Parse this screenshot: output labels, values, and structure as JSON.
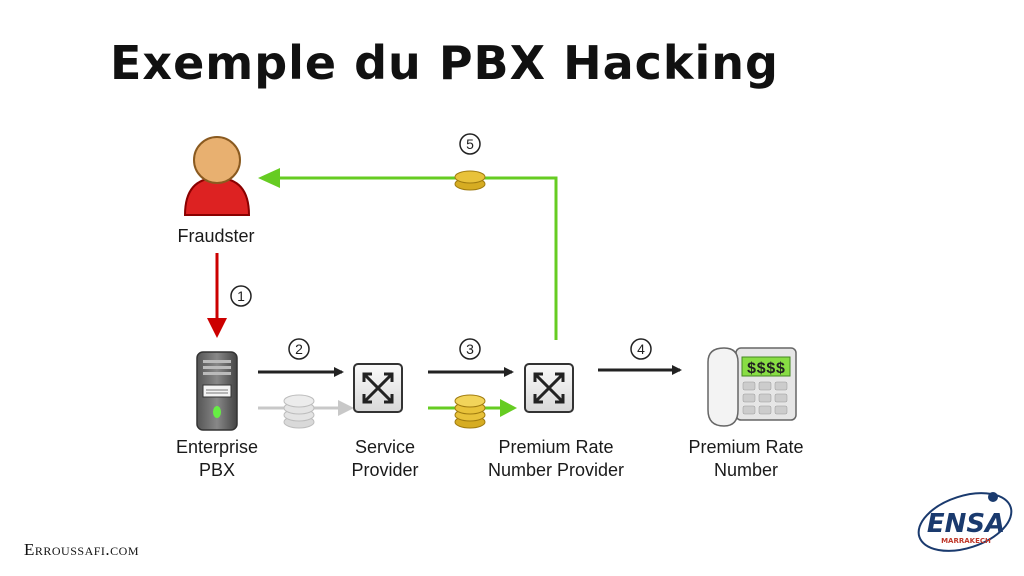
{
  "title": "Exemple du PBX Hacking",
  "diagram": {
    "nodes": {
      "fraudster": "Fraudster",
      "pbx": [
        "Enterprise",
        "PBX"
      ],
      "sp": [
        "Service",
        "Provider"
      ],
      "prnp": [
        "Premium Rate",
        "Number Provider"
      ],
      "prn": [
        "Premium Rate",
        "Number"
      ]
    },
    "steps": [
      "1",
      "2",
      "3",
      "4",
      "5"
    ],
    "display": "$$$$"
  },
  "colors": {
    "fraud_arrow": "#cc0000",
    "money_arrow": "#66cc22",
    "call_arrow": "#222222",
    "inactive_arrow": "#c8c8c8",
    "coin": "#e8c23a",
    "person_body": "#dd2222",
    "person_head": "#e8b070"
  },
  "footer": "Erroussafi.com",
  "logo": {
    "text": "ENSA",
    "subtitle": "MARRAKECH"
  }
}
